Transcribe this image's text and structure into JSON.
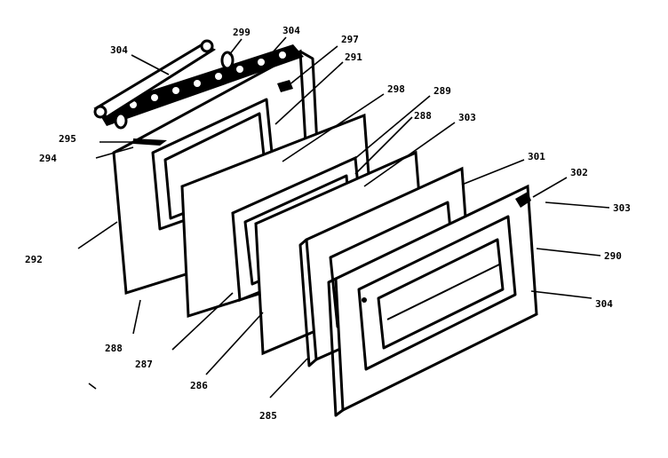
{
  "callouts": [
    {
      "id": "c304a",
      "text": "304"
    },
    {
      "id": "c299",
      "text": "299"
    },
    {
      "id": "c304b",
      "text": "304"
    },
    {
      "id": "c297",
      "text": "297"
    },
    {
      "id": "c291",
      "text": "291"
    },
    {
      "id": "c298",
      "text": "298"
    },
    {
      "id": "c289",
      "text": "289"
    },
    {
      "id": "c288a",
      "text": "288"
    },
    {
      "id": "c303a",
      "text": "303"
    },
    {
      "id": "c295",
      "text": "295"
    },
    {
      "id": "c294",
      "text": "294"
    },
    {
      "id": "c301",
      "text": "301"
    },
    {
      "id": "c302",
      "text": "302"
    },
    {
      "id": "c303b",
      "text": "303"
    },
    {
      "id": "c292",
      "text": "292"
    },
    {
      "id": "c290",
      "text": "290"
    },
    {
      "id": "c304c",
      "text": "304"
    },
    {
      "id": "c288b",
      "text": "288"
    },
    {
      "id": "c287",
      "text": "287"
    },
    {
      "id": "c286",
      "text": "286"
    },
    {
      "id": "c285",
      "text": "285"
    }
  ]
}
